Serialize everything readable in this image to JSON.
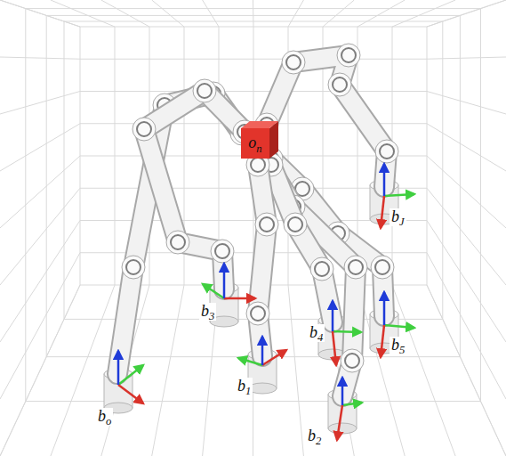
{
  "diagram": {
    "nodes": [
      {
        "text": [
          "on"
        ]
      }
    ],
    "labels": [
      "bJ",
      "b3",
      "b4",
      "b5",
      "b1",
      "bo",
      "b2"
    ]
  }
}
